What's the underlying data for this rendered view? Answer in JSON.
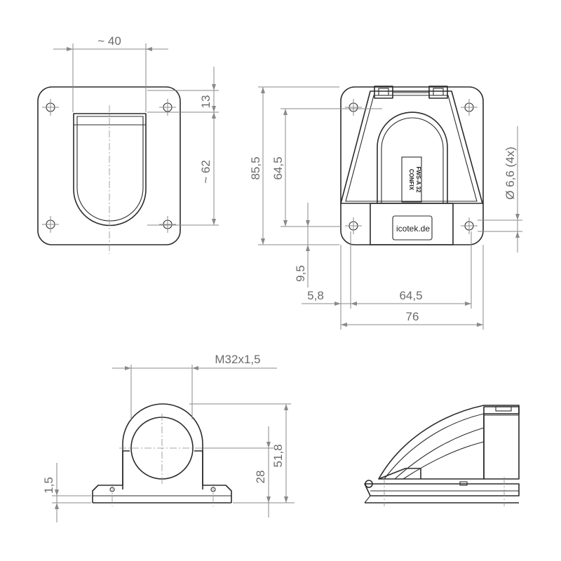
{
  "dimensions": {
    "top_width": "~ 40",
    "top_height_upper": "13",
    "top_height_body": "~ 62",
    "overall_height": "85,5",
    "inner_height": "64,5",
    "hole_diameter": "Ø 6,6 (4x)",
    "bottom_offset": "9,5",
    "left_offset": "5,8",
    "inner_width": "64,5",
    "overall_width": "76",
    "thread": "M32x1,5",
    "base_thickness": "1,5",
    "axis_height": "28",
    "front_height": "51,8"
  },
  "labels": {
    "brand_logo": "icotek.de",
    "product_line1": "CONFIX",
    "product_line2": "FWS-A 32"
  }
}
